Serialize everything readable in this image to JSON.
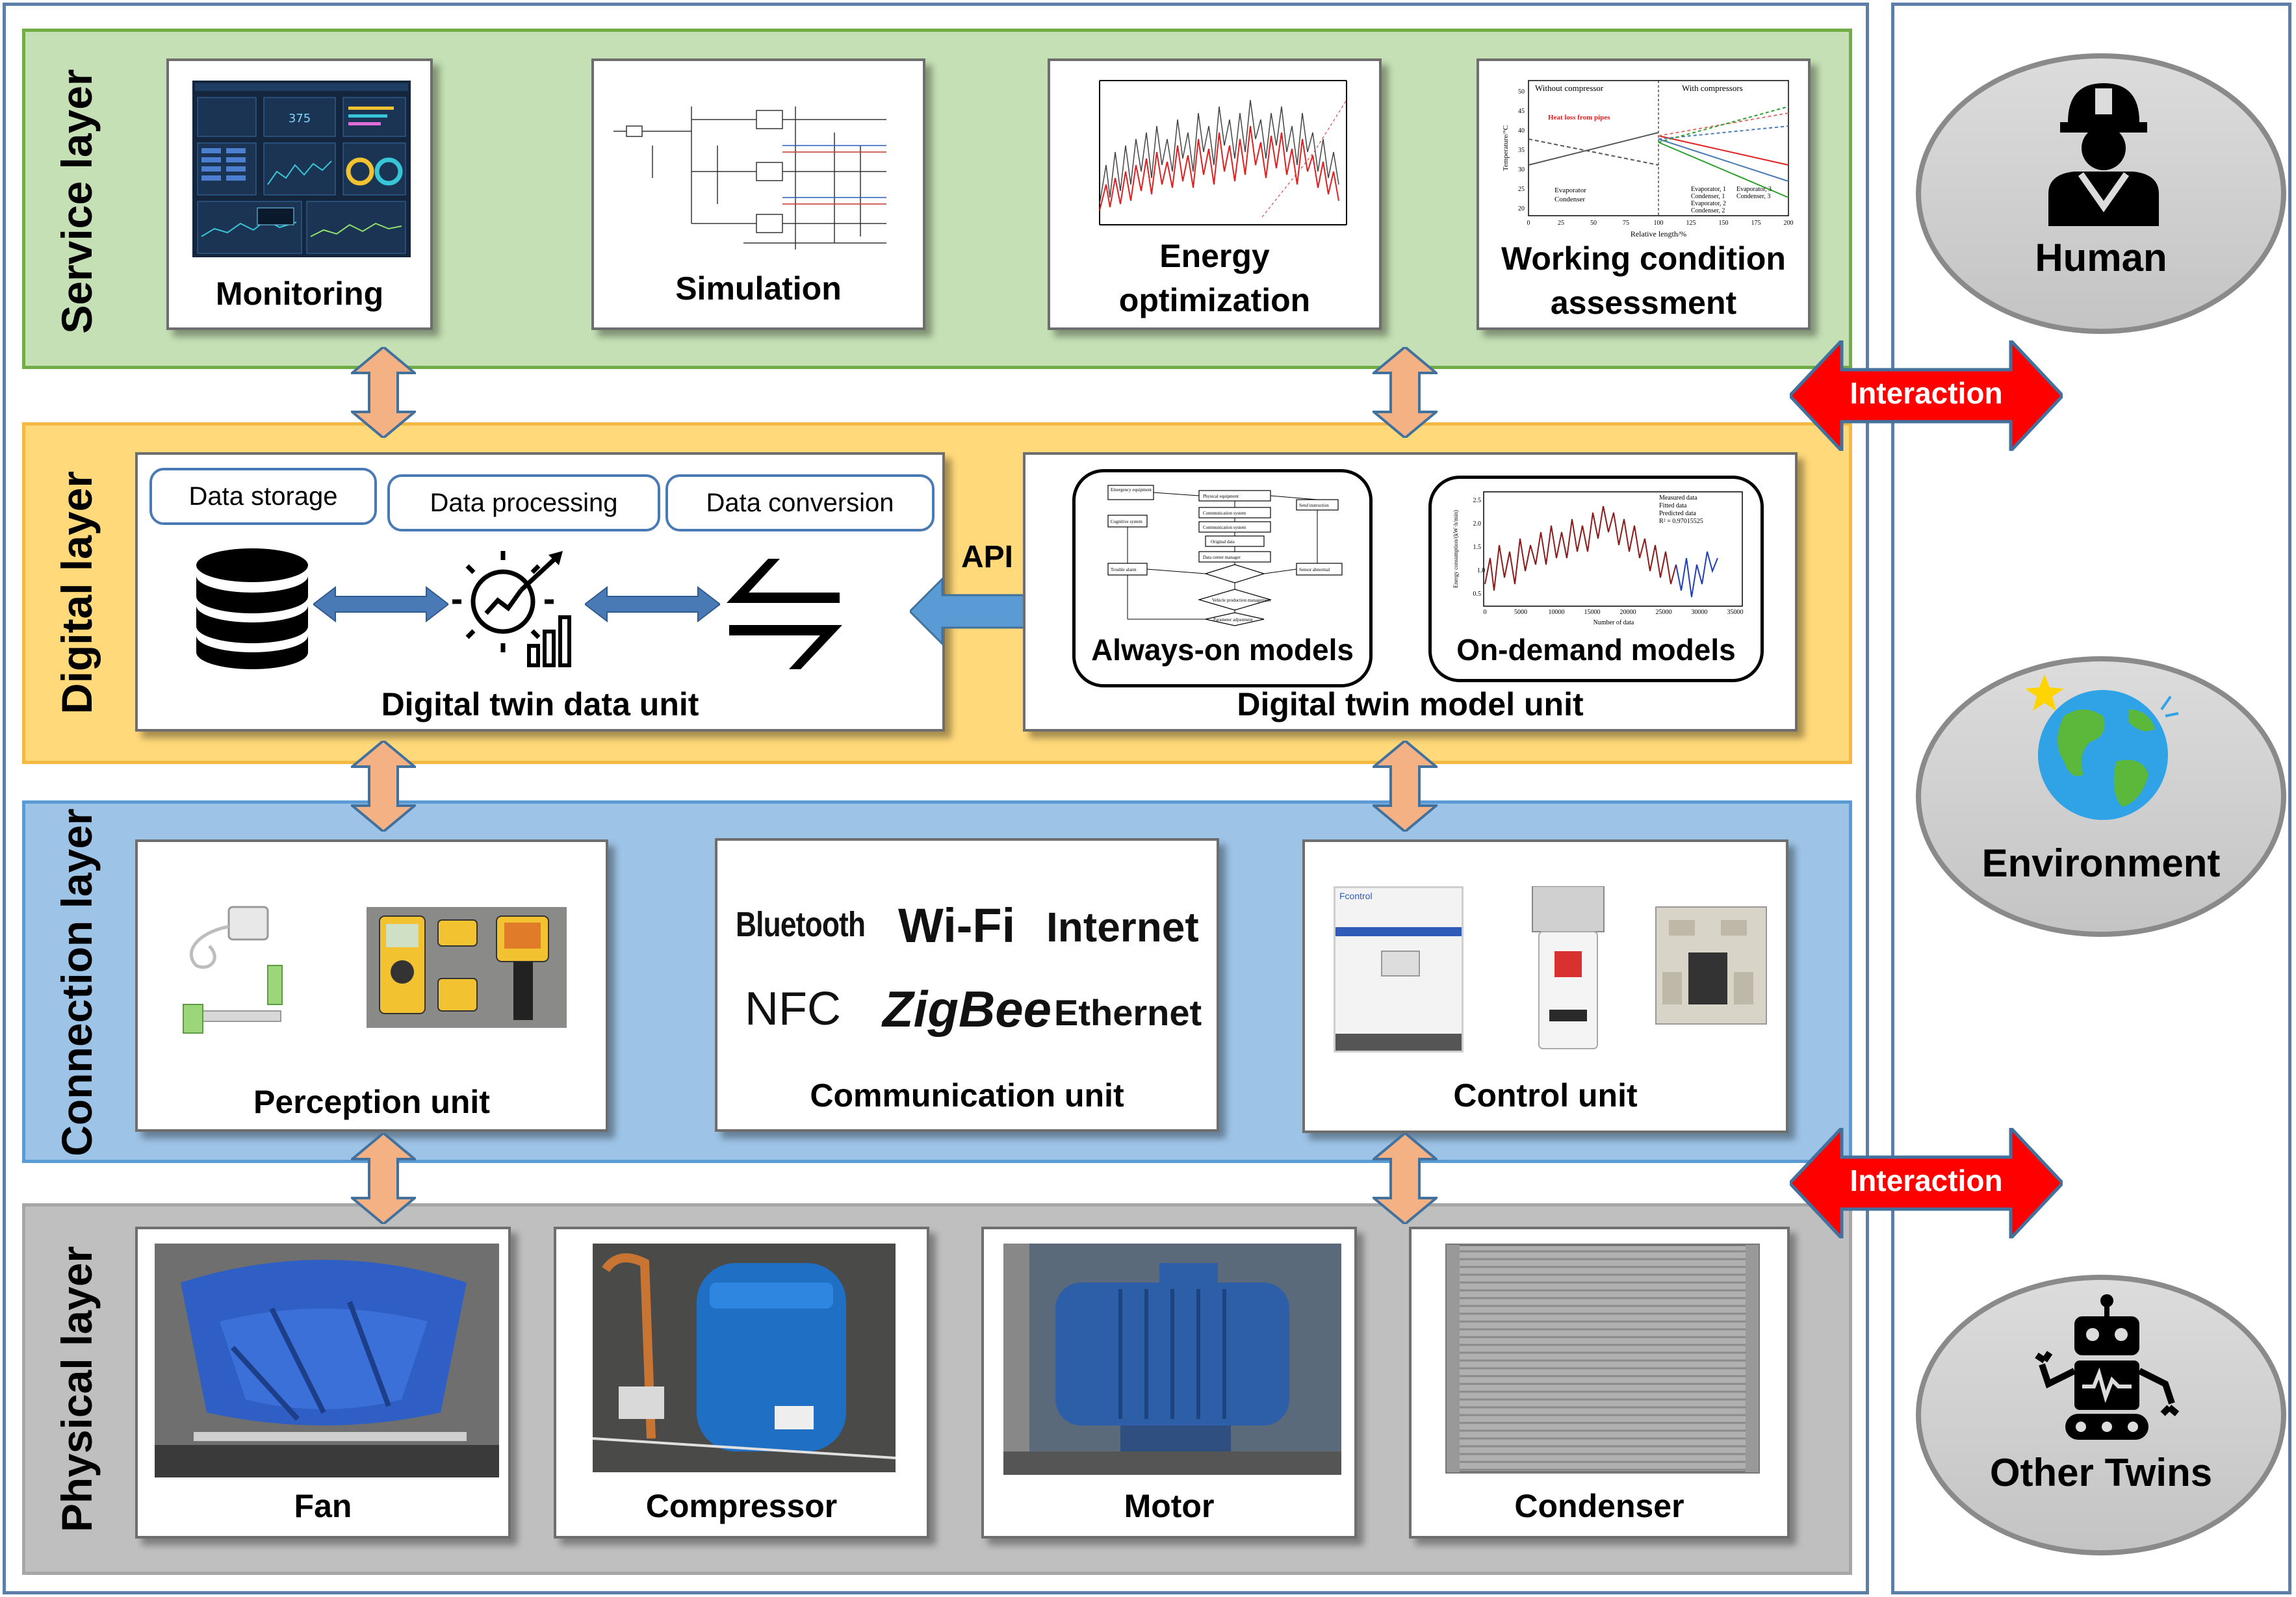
{
  "layers": {
    "service": "Service layer",
    "digital": "Digital layer",
    "connection": "Connection layer",
    "physical": "Physical layer"
  },
  "service": {
    "monitoring": "Monitoring",
    "monitoring_value": "375",
    "simulation": "Simulation",
    "energy_l1": "Energy",
    "energy_l2": "optimization",
    "working_l1": "Working condition",
    "working_l2": "assessment",
    "chart_title_left": "Without compressor",
    "chart_title_right": "With compressors",
    "chart_annotation": "Heat loss from pipes",
    "chart_xlabel": "Relative length/%",
    "chart_ylabel": "Temperature/°C",
    "chart_xticks": [
      "0",
      "25",
      "50",
      "75",
      "100",
      "125",
      "150",
      "175",
      "200"
    ],
    "chart_yticks": [
      "50",
      "45",
      "40",
      "35",
      "30",
      "25",
      "20"
    ],
    "chart_legend_left": [
      "Evaporator",
      "Condenser"
    ],
    "chart_legend_right": [
      "Evaporator, 1",
      "Condenser, 1",
      "Evaporator, 2",
      "Condenser, 2",
      "Evaporator, 3",
      "Condenser, 3"
    ]
  },
  "digital": {
    "data_storage": "Data storage",
    "data_processing": "Data processing",
    "data_conversion": "Data conversion",
    "data_unit": "Digital twin data unit",
    "api": "API",
    "always_on": "Always-on models",
    "on_demand": "On-demand models",
    "model_unit": "Digital twin model unit",
    "flow_nodes": [
      "Emergency equipment",
      "Physical equipment",
      "Communication system",
      "Cognitive system",
      "Communication system",
      "Original data",
      "Data center manager",
      "Sensor abnormal",
      "Trouble alarm",
      "Vehicle production management",
      "Parameter adjustment",
      "Send instruction"
    ],
    "od_legend": [
      "Measured data",
      "Fitted data",
      "Predicted data",
      "R² = 0.97015525"
    ],
    "od_xlabel": "Number of data",
    "od_ylabel": "Energy consumption/(kW·h/min)",
    "od_xticks": [
      "0",
      "5000",
      "10000",
      "15000",
      "20000",
      "25000",
      "30000",
      "35000"
    ],
    "od_yticks": [
      "2.5",
      "2.0",
      "1.5",
      "1.0",
      "0.5"
    ]
  },
  "connection": {
    "perception": "Perception unit",
    "communication": "Communication unit",
    "control": "Control unit",
    "bluetooth": "Bluetooth",
    "wifi": "Wi-Fi",
    "internet": "Internet",
    "nfc": "NFC",
    "zigbee": "ZigBee",
    "ethernet": "Ethernet",
    "control_brand": "Fcontrol"
  },
  "physical": {
    "fan": "Fan",
    "compressor": "Compressor",
    "motor": "Motor",
    "condenser": "Condenser"
  },
  "right": {
    "human": "Human",
    "environment": "Environment",
    "other_twins": "Other Twins",
    "interaction_1": "Interaction",
    "interaction_2": "Interaction"
  },
  "colors": {
    "service_bg": "#c5e0b4",
    "service_border": "#70ad47",
    "digital_bg": "#ffd97a",
    "digital_border": "#f4b942",
    "connection_bg": "#9dc3e6",
    "connection_border": "#5b9bd5",
    "physical_bg": "#bfbfbf",
    "physical_border": "#a6a6a6",
    "arrow_orange": "#f4b183",
    "arrow_blue": "#4a7ab5",
    "interaction_red": "#ff0000"
  }
}
